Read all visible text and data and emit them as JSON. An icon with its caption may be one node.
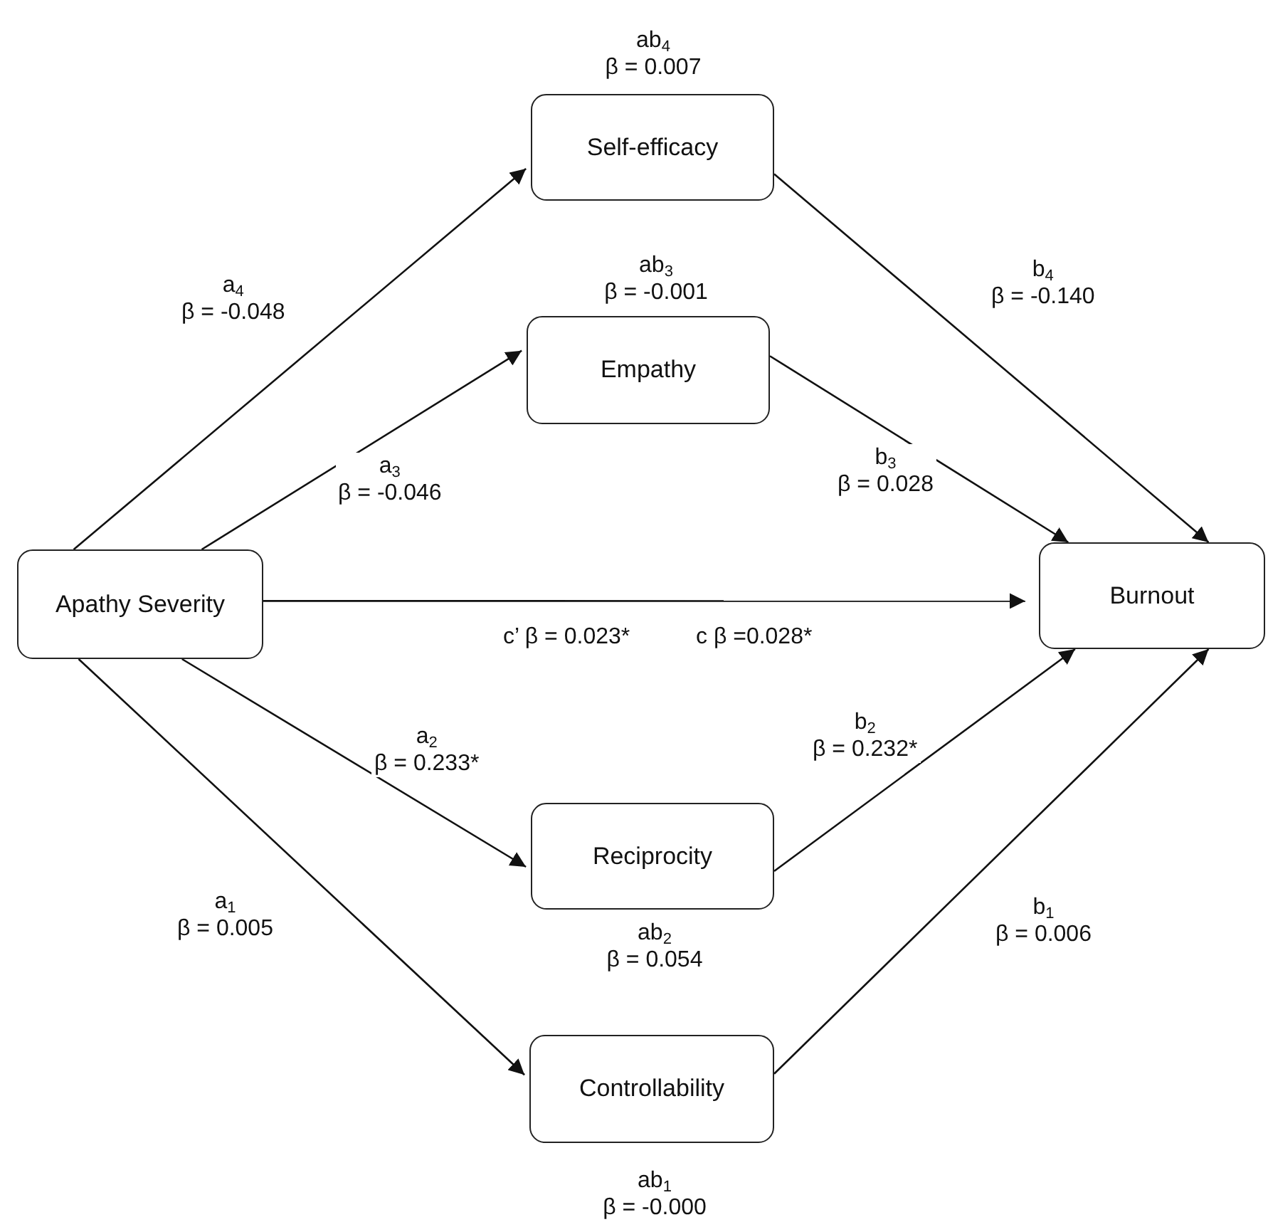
{
  "diagram": {
    "nodes": [
      {
        "text": [
          "Apathy Severity"
        ]
      },
      {
        "text": [
          "Self-efficacy"
        ],
        "beside": [
          "ab$_{4}$",
          "β = 0.007"
        ]
      },
      {
        "text": [
          "Empathy"
        ],
        "beside": [
          "ab$_{3}$",
          "β = -0.001"
        ]
      },
      {
        "text": [
          "Burnout"
        ]
      },
      {
        "text": [
          "Reciprocity"
        ],
        "beside": [
          "ab$_{2}$",
          "β = 0.054"
        ]
      },
      {
        "text": [
          "Controllability"
        ],
        "beside": [
          "ab$_{1}$",
          "β = -0.000"
        ]
      }
    ],
    "edges": [
      {
        "from": 0,
        "to": 1,
        "arrow": "to",
        "label": "a$_{4}$ β = -0.048"
      },
      {
        "from": 0,
        "to": 2,
        "arrow": "to",
        "label": "a$_{3}$ β = -0.046"
      },
      {
        "from": 0,
        "to": 3,
        "arrow": "to",
        "label": "c’ β = 0.023*"
      },
      {
        "from": 0,
        "to": 4,
        "arrow": "to",
        "label": "a$_{2}$ β = 0.233*"
      },
      {
        "from": 0,
        "to": 5,
        "arrow": "to",
        "label": "a$_{1}$ β = 0.005"
      },
      {
        "from": 1,
        "to": 3,
        "arrow": "to",
        "label": "b$_{4}$ β = -0.140"
      },
      {
        "from": 2,
        "to": 3,
        "arrow": "to",
        "label": "b$_{3}$ β = 0.028"
      },
      {
        "from": 4,
        "to": 3,
        "arrow": "to",
        "label": "b$_{2}$ β = 0.232*"
      },
      {
        "from": 5,
        "to": 3,
        "arrow": "to",
        "label": "b$_{1}$ β = 0.006"
      }
    ],
    "labels": [
      "c β =0.028*"
    ]
  }
}
